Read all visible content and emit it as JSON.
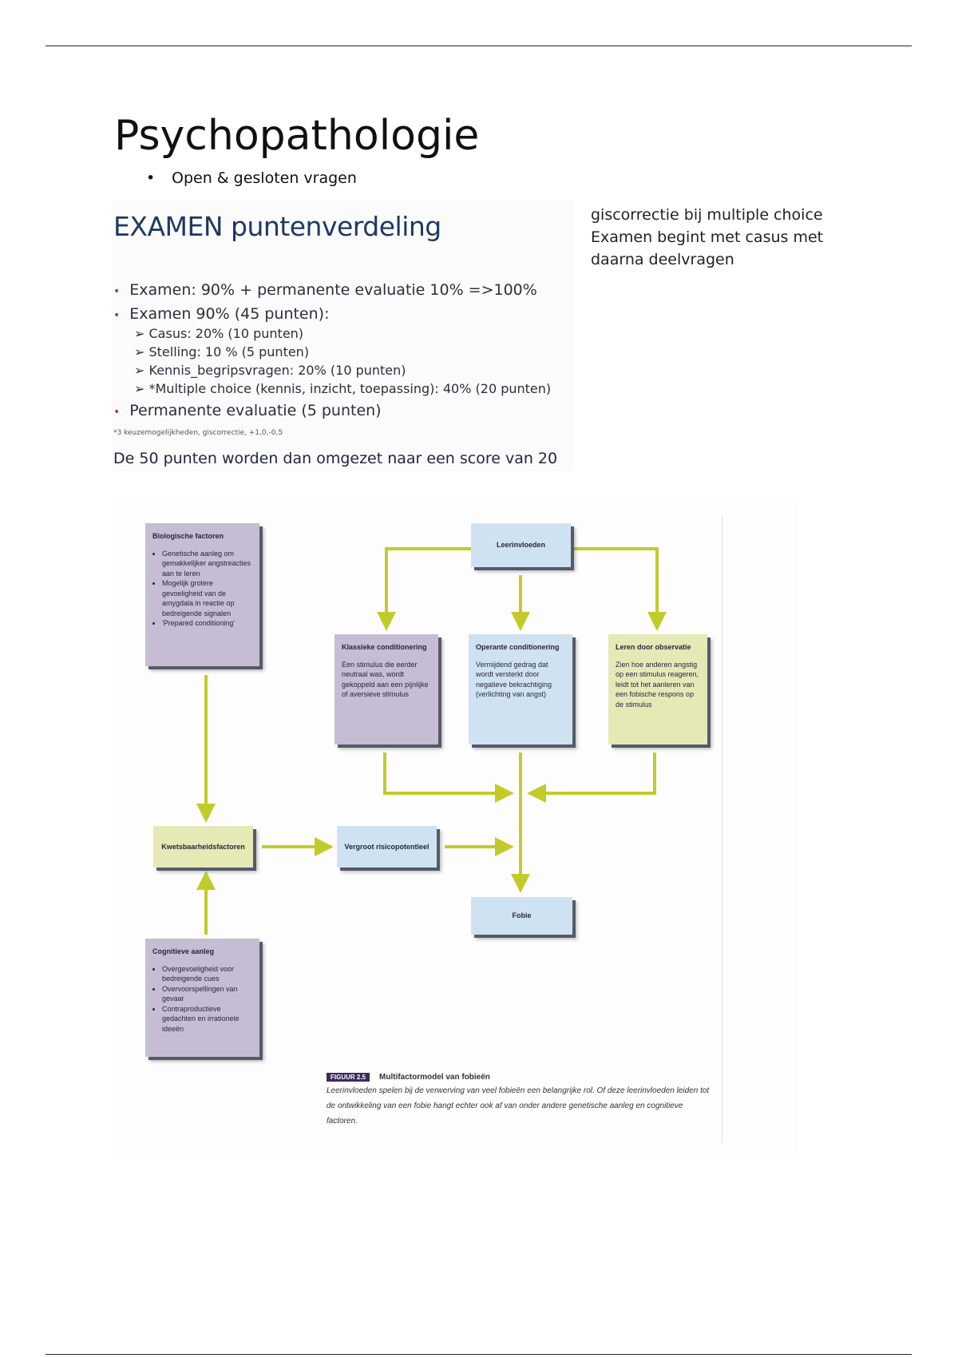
{
  "title": "Psychopathologie",
  "bullets": [
    "Open & gesloten vragen"
  ],
  "slide": {
    "heading": "EXAMEN puntenverdeling",
    "items": [
      "Examen: 90% + permanente evaluatie 10% =>100%",
      "Examen 90% (45 punten):",
      "Permanente evaluatie (5 punten)"
    ],
    "subitems": [
      "Casus: 20% (10 punten)",
      "Stelling: 10 % (5 punten)",
      "Kennis_begripsvragen: 20% (10 punten)",
      "*Multiple choice (kennis, inzicht, toepassing): 40% (20 punten)"
    ],
    "footnote": "*3 keuzemogelijkheden, giscorrectie, +1,0,-0,5",
    "conclusion": "De 50 punten worden dan omgezet naar een score van 20"
  },
  "note": [
    "giscorrectie bij multiple choice",
    "Examen begint met casus met",
    "daarna deelvragen"
  ],
  "diagram": {
    "bio": {
      "title": "Biologische factoren",
      "items": [
        "Genetische aanleg om gemakkelijker angstreacties aan te leren",
        "Mogelijk grotere gevoeligheid van de amygdala in reactie op bedreigende signalen",
        "'Prepared conditioning'"
      ]
    },
    "leer": "Leerinvloeden",
    "klassiek": {
      "title": "Klassieke conditionering",
      "text": "Een stimulus die eerder neutraal was, wordt gekoppeld aan een pijnlijke of aversieve stimulus"
    },
    "operant": {
      "title": "Operante conditionering",
      "text": "Vermijdend gedrag dat wordt versterkt door negatieve bekrachtiging (verlichting van angst)"
    },
    "observatie": {
      "title": "Leren door observatie",
      "text": "Zien hoe anderen angstig op een stimulus reageren, leidt tot het aanleren van een fobische respons op de stimulus"
    },
    "kwetsbaar": "Kwetsbaarheidsfactoren",
    "risico": "Vergroot risicopotentieel",
    "fobie": "Fobie",
    "cognitief": {
      "title": "Cognitieve aanleg",
      "items": [
        "Overgevoeligheid voor bedreigende cues",
        "Overvoorspellingen van gevaar",
        "Contraproductieve gedachten en irrationele ideeën"
      ]
    },
    "caption": {
      "tag": "FIGUUR 2.5",
      "title": "Multifactormodel van fobieën",
      "text": "Leerinvloeden spelen bij de verwerving van veel fobieën een belangrijke rol. Of deze leerinvloeden leiden tot de ontwikkeling van een fobie hangt echter ook af van onder andere genetische aanleg en cognitieve factoren."
    }
  },
  "colors": {
    "arrow": "#c3cb2b",
    "heading": "#1f3863",
    "slide_bullet": "#b43a3a"
  }
}
